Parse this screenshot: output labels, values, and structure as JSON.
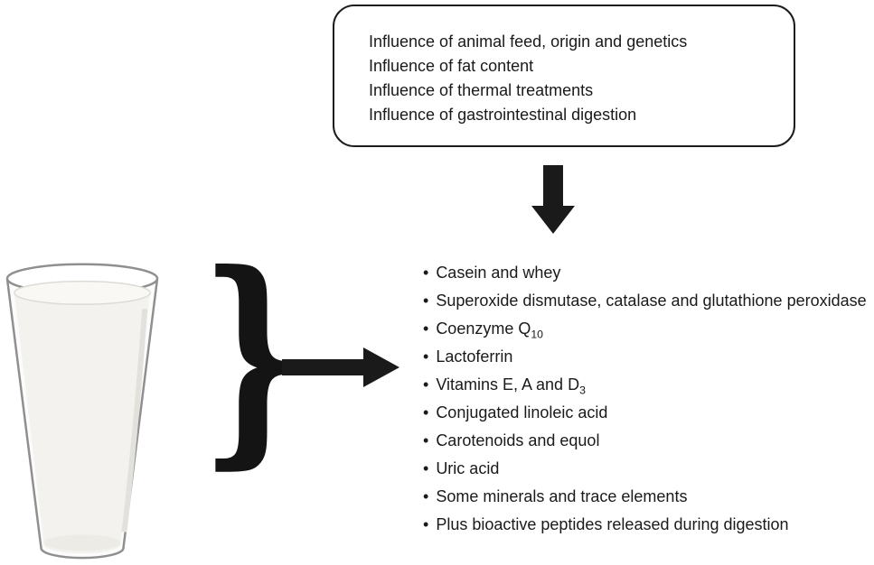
{
  "influences_box": {
    "lines": [
      "Influence of animal feed, origin and genetics",
      "Influence of fat content",
      "Influence of thermal treatments",
      "Influence of gastrointestinal digestion"
    ]
  },
  "components_list": {
    "bullet": "•",
    "items": [
      {
        "segments": [
          {
            "text": "Casein and whey"
          }
        ]
      },
      {
        "segments": [
          {
            "text": "Superoxide dismutase, catalase and glutathione peroxidase"
          }
        ]
      },
      {
        "segments": [
          {
            "text": "Coenzyme Q"
          },
          {
            "text": "10",
            "sub": true
          }
        ]
      },
      {
        "segments": [
          {
            "text": "Lactoferrin"
          }
        ]
      },
      {
        "segments": [
          {
            "text": "Vitamins E, A and D"
          },
          {
            "text": "3",
            "sub": true
          }
        ]
      },
      {
        "segments": [
          {
            "text": "Conjugated linoleic acid"
          }
        ]
      },
      {
        "segments": [
          {
            "text": "Carotenoids and equol"
          }
        ]
      },
      {
        "segments": [
          {
            "text": "Uric acid"
          }
        ]
      },
      {
        "segments": [
          {
            "text": "Some minerals and trace elements"
          }
        ]
      },
      {
        "segments": [
          {
            "text": "Plus bioactive peptides released during digestion"
          }
        ]
      }
    ]
  },
  "icons": {
    "brace": "}",
    "down_arrow": "down-block-arrow",
    "right_arrow": "right-block-arrow",
    "milk_glass": "milk-glass"
  },
  "colors": {
    "arrow": "#1a1a1a",
    "box_border": "#1c1c1c",
    "text": "#1a1a1a",
    "glass_outline": "#8f8f8f",
    "milk": "#f3f2ee"
  }
}
